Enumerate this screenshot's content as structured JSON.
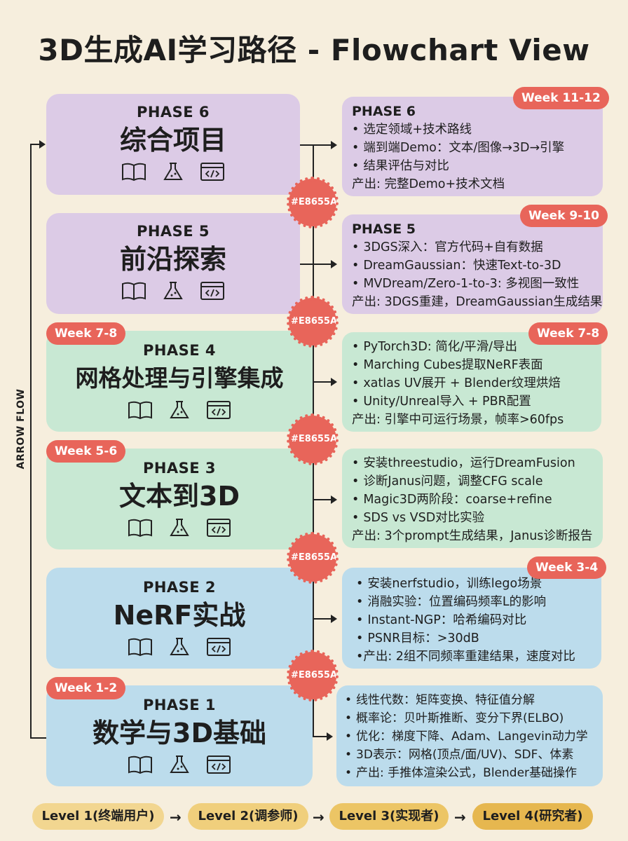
{
  "title": "3D生成AI学习路径 - Flowchart View",
  "flow_label": "ARROW FLOW",
  "badge_code": "#E8655A",
  "phases": [
    {
      "label": "PHASE 6",
      "name": "综合项目",
      "week_right": "Week 11-12",
      "detail_title": "PHASE 6",
      "items": [
        "选定领域+技术路线",
        "端到端Demo：文本/图像→3D→引擎",
        "结果评估与对比"
      ],
      "output": "产出: 完整Demo+技术文档"
    },
    {
      "label": "PHASE 5",
      "name": "前沿探索",
      "week_right": "Week 9-10",
      "detail_title": "PHASE 5",
      "items": [
        "3DGS深入：官方代码+自有数据",
        "DreamGaussian：快速Text-to-3D",
        "MVDream/Zero-1-to-3: 多视图一致性"
      ],
      "output": "产出: 3DGS重建，DreamGaussian生成结果"
    },
    {
      "label": "PHASE 4",
      "name": "网格处理与引擎集成",
      "week_left": "Week 7-8",
      "week_right": "Week 7-8",
      "items": [
        "PyTorch3D: 简化/平滑/导出",
        "Marching Cubes提取NeRF表面",
        "xatlas UV展开 + Blender纹理烘焙",
        "Unity/Unreal导入 + PBR配置"
      ],
      "output": "产出: 引擎中可运行场景，帧率>60fps"
    },
    {
      "label": "PHASE 3",
      "name": "文本到3D",
      "week_left": "Week 5-6",
      "items": [
        "安装threestudio，运行DreamFusion",
        "诊断Janus问题，调整CFG scale",
        "Magic3D两阶段：coarse+refine",
        "SDS vs VSD对比实验"
      ],
      "output": "产出: 3个prompt生成结果，Janus诊断报告"
    },
    {
      "label": "PHASE 2",
      "name": "NeRF实战",
      "week_right": "Week 3-4",
      "items": [
        "安装nerfstudio，训练lego场景",
        "消融实验：位置编码频率L的影响",
        "Instant-NGP：哈希编码对比",
        "PSNR目标：>30dB"
      ],
      "output": "•产出: 2组不同频率重建结果，速度对比"
    },
    {
      "label": "PHASE 1",
      "name": "数学与3D基础",
      "week_left": "Week 1-2",
      "items": [
        "线性代数：矩阵变换、特征值分解",
        "概率论：贝叶斯推断、变分下界(ELBO)",
        "优化：梯度下降、Adam、Langevin动力学",
        "3D表示：网格(顶点/面/UV)、SDF、体素",
        "产出: 手推体渲染公式，Blender基础操作"
      ]
    }
  ],
  "levels": [
    "Level 1(终端用户)",
    "Level 2(调参师)",
    "Level 3(实现者)",
    "Level 4(研究者)"
  ],
  "colors": {
    "purple": "#dccbe6",
    "green": "#c8e8d3",
    "blue": "#bcdcec",
    "accent": "#e8655a",
    "level": "#f2d690"
  }
}
